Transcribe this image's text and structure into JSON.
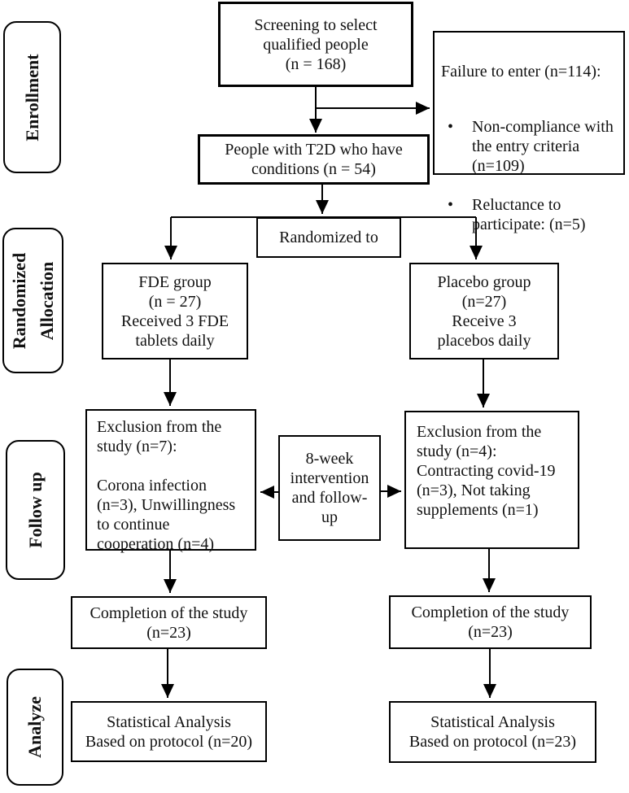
{
  "sidebar": {
    "enrollment": "Enrollment",
    "randomized_allocation": "Randomized\nAllocation",
    "follow_up": "Follow up",
    "analyze": "Analyze"
  },
  "flow": {
    "screening": "Screening to select\nqualified people\n(n = 168)",
    "failure": {
      "title": "Failure to enter (n=114):",
      "bullet_char": "•",
      "bullets": [
        "Non-compliance with\nthe entry criteria\n(n=109)",
        "Reluctance to\nparticipate: (n=5)"
      ]
    },
    "t2d": "People with T2D who have\nconditions (n = 54)",
    "randomized": "Randomized to",
    "fde_group": "FDE group\n(n = 27)\nReceived 3 FDE\ntablets daily",
    "placebo_group": "Placebo group\n(n=27)\nReceive 3\nplacebos daily",
    "exclusion_left": "Exclusion from the\nstudy (n=7):\n\nCorona infection\n(n=3), Unwillingness\nto continue\ncooperation (n=4)",
    "intervention": "8-week\nintervention\nand follow-\nup",
    "exclusion_right": "Exclusion from the\nstudy (n=4):\nContracting covid-19\n(n=3), Not taking\nsupplements (n=1)",
    "completion_left": "Completion of the study\n(n=23)",
    "completion_right": "Completion of the study\n(n=23)",
    "analysis_left": "Statistical Analysis\nBased on protocol (n=20)",
    "analysis_right": "Statistical Analysis\nBased on protocol (n=23)"
  },
  "colors": {
    "line": "#000000",
    "box_border": "#000000",
    "background": "#ffffff",
    "text": "#111111"
  }
}
